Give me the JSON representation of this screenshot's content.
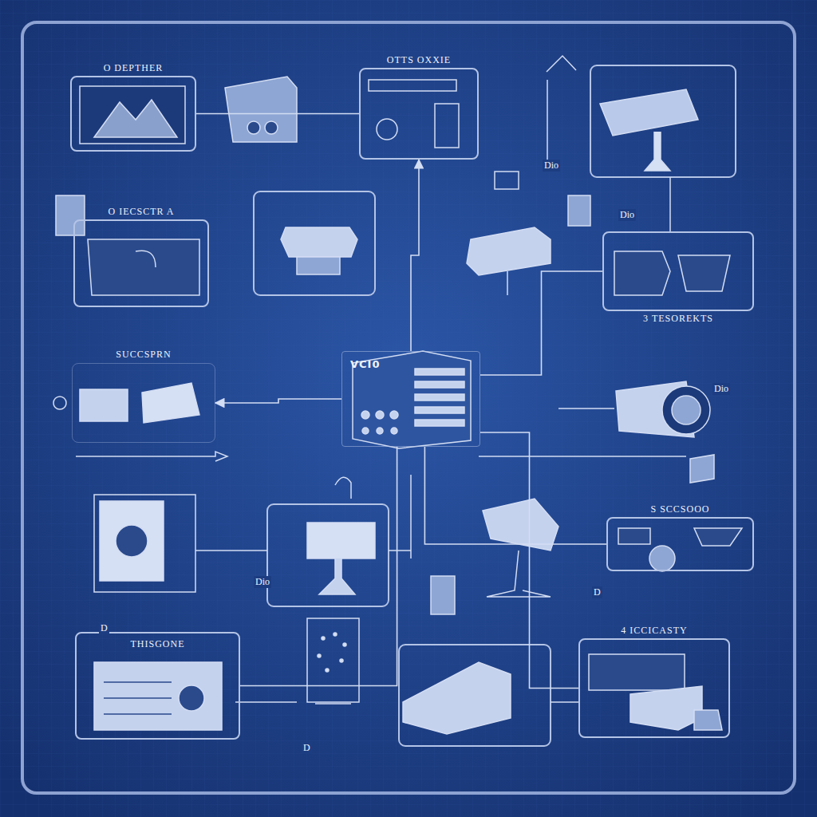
{
  "diagram": {
    "nodes": [
      {
        "text": [
          "O DEPTHER"
        ]
      },
      {
        "text": [
          "OTTS OXXIE"
        ]
      },
      {
        "text": [
          "O IECSCTR A"
        ]
      },
      {
        "text": [
          "3 TESOREKTS"
        ]
      },
      {
        "text": [
          "SUCCSPRN"
        ]
      },
      {
        "text": [
          "VCI0"
        ]
      },
      {
        "text": [
          "S SCCSOOO"
        ]
      },
      {
        "text": [
          "4 ICCICASTY"
        ]
      },
      {
        "text": [
          "THISGONE"
        ]
      }
    ],
    "edges": [
      {
        "from": 0,
        "to": 1,
        "arrow": "none"
      },
      {
        "from": 5,
        "to": 1,
        "arrow": "to"
      },
      {
        "from": 5,
        "to": 4,
        "arrow": "to"
      },
      {
        "from": 5,
        "to": 3,
        "arrow": "none"
      },
      {
        "from": 5,
        "to": 6,
        "arrow": "none"
      },
      {
        "from": 5,
        "to": 7,
        "arrow": "none"
      },
      {
        "from": 5,
        "to": 8,
        "arrow": "none"
      }
    ],
    "labels": [
      "Dio",
      "Dio",
      "Dio",
      "Dio",
      "D",
      "D",
      "D"
    ]
  }
}
